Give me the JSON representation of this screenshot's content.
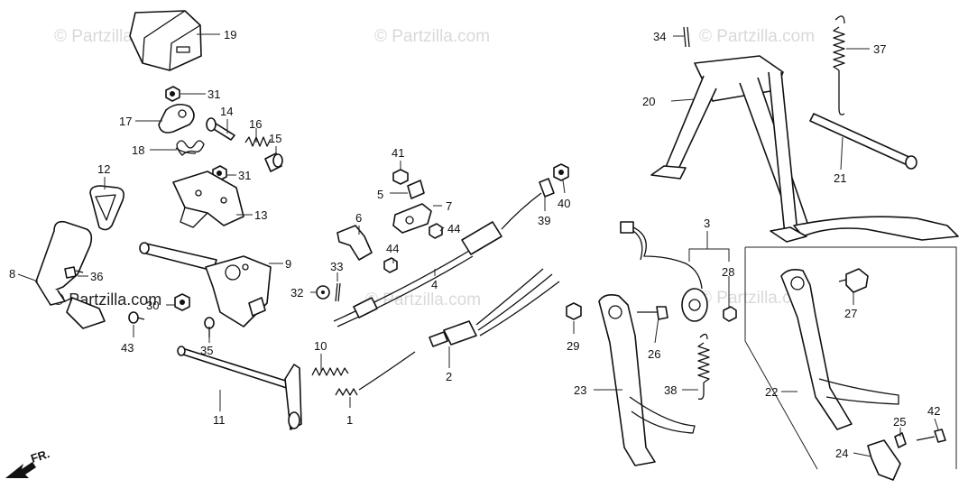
{
  "watermark": "© Partzilla.com",
  "direction_label": "FR.",
  "callouts": {
    "c1": "1",
    "c2": "2",
    "c3": "3",
    "c4": "4",
    "c5": "5",
    "c6": "6",
    "c7": "7",
    "c8": "8",
    "c9": "9",
    "c10": "10",
    "c11": "11",
    "c12": "12",
    "c13": "13",
    "c14": "14",
    "c15": "15",
    "c16": "16",
    "c17": "17",
    "c18": "18",
    "c19": "19",
    "c20": "20",
    "c21": "21",
    "c22": "22",
    "c23": "23",
    "c24": "24",
    "c25": "25",
    "c26": "26",
    "c27": "27",
    "c28": "28",
    "c29": "29",
    "c30": "30",
    "c31a": "31",
    "c31b": "31",
    "c32": "32",
    "c33": "33",
    "c34": "34",
    "c35": "35",
    "c36": "36",
    "c37": "37",
    "c38": "38",
    "c39": "39",
    "c40": "40",
    "c41": "41",
    "c42": "42",
    "c43": "43",
    "c44a": "44",
    "c44b": "44"
  }
}
